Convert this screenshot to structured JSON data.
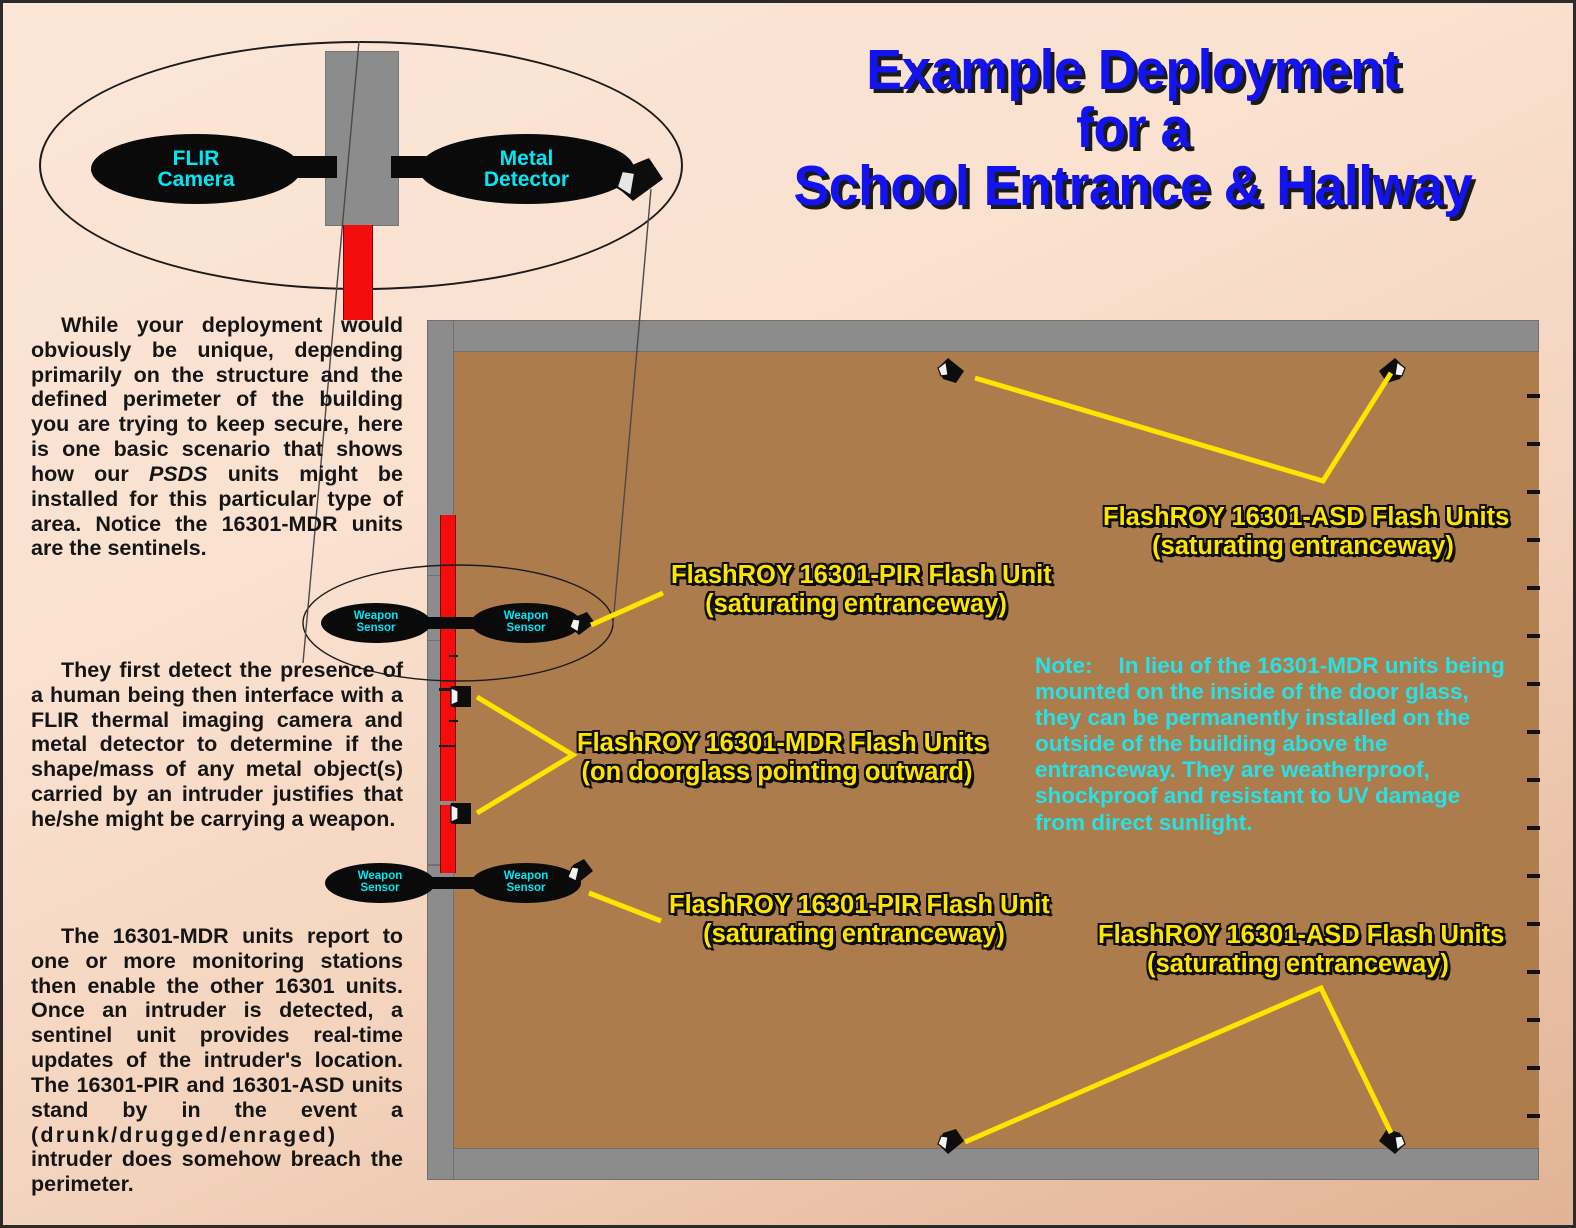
{
  "title": {
    "line1": "Example Deployment",
    "line2": "for a",
    "line3": "School Entrance & Hallway",
    "color": "#1313ef"
  },
  "body": {
    "paragraph1_a": "While your deployment would obviously be unique, depending primarily on the structure and the defined perimeter of the building you are trying to keep secure, here is one basic scenario that shows how our ",
    "paragraph1_em": "PSDS",
    "paragraph1_b": " units might be installed for this particular type of area.  Notice the 16301-MDR units are the sentinels.",
    "paragraph2": "They first detect the presence of a human being then interface with a FLIR thermal imaging camera and metal detector to determine if the shape/mass of any metal object(s) carried by an intruder justifies that he/she might be carrying a weapon.",
    "paragraph3_a": "The 16301-MDR units report to one or more monitoring stations then enable the other 16301 units. Once an intruder is detected, a sentinel unit provides real-time updates of the intruder's location. The 16301-PIR and 16301-ASD units stand by in the event a ",
    "paragraph3_spaced": "(drunk/drugged/enraged)",
    "paragraph3_b": " intruder does somehow breach the perimeter."
  },
  "note": {
    "label": "Note:",
    "text": "In lieu of the 16301-MDR units being mounted on the inside of the door glass, they can be permanently installed on the outside of the building above the entranceway.  They are weatherproof, shockproof and resistant to UV damage from direct sunlight.",
    "color": "#27e1e8"
  },
  "magnifier": {
    "left_sensor_line1": "FLIR",
    "left_sensor_line2": "Camera",
    "right_sensor_line1": "Metal",
    "right_sensor_line2": "Detector",
    "text_color": "#00e8f5"
  },
  "sensors": {
    "weapon_line1": "Weapon",
    "weapon_line2": "Sensor"
  },
  "labels": {
    "asd_top": {
      "line1": "FlashROY 16301-ASD Flash Units",
      "line2": "(saturating entranceway)"
    },
    "asd_bottom": {
      "line1": "FlashROY 16301-ASD Flash Units",
      "line2": "(saturating entranceway)"
    },
    "pir_top": {
      "line1": "FlashROY 16301-PIR Flash Unit",
      "line2": "(saturating entranceway)"
    },
    "pir_bottom": {
      "line1": "FlashROY 16301-PIR Flash Unit",
      "line2": "(saturating entranceway)"
    },
    "mdr": {
      "line1": "FlashROY 16301-MDR Flash Units",
      "line2": "(on doorglass pointing outward)"
    },
    "color": "#ffe400"
  },
  "colors": {
    "wall": "#8c8c8c",
    "floor": "#ad7c4c",
    "doorglass": "#f40d0d",
    "leader_line": "#ffe400",
    "sensor_body": "#0a0a0a",
    "background_top": "#fbe6d7",
    "background_bottom": "#e2b396"
  }
}
